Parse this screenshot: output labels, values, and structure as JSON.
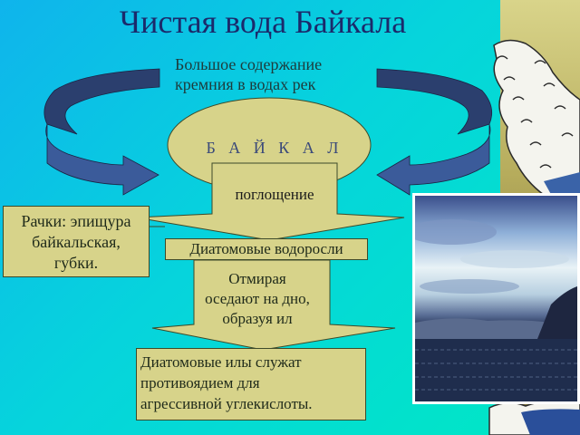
{
  "slide": {
    "title": "Чистая вода Байкала",
    "subtitle": "Большое  содержание\nкремния в водах рек",
    "lake_label": "Б А Й К А Л",
    "absorb_label": "поглощение",
    "crustaceans_box": "Рачки: эпищура\nбайкальская,\nгубки.",
    "diatoms_box": "Диатомовые водоросли",
    "dying_label": "Отмирая\nоседают на дно,\n образуя ил",
    "silt_box": "Диатомовые илы служат\nпротивоядием для\nагрессивной углекислоты.",
    "photo": "baikal-lake-photo",
    "decoration": "great-wave-icon"
  },
  "colors": {
    "background_start": "#0fb4ec",
    "background_end": "#00e8c4",
    "title": "#1b2a6b",
    "box_fill": "#d7d38a",
    "arrow_dark": "#2b3f6e",
    "arrow_light": "#3b5b9a"
  }
}
